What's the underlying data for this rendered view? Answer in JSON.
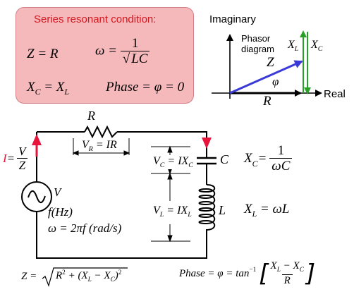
{
  "resonance_box": {
    "title": "Series resonant condition:",
    "eq_z": "Z = R",
    "eq_omega_lhs": "ω =",
    "eq_omega_num": "1",
    "eq_omega_den": "LC",
    "eq_xc": "X",
    "eq_xc_sub": "C",
    "eq_xl_mid": " = X",
    "eq_xl_sub": "L",
    "eq_phase": "Phase = φ = 0"
  },
  "phasor": {
    "axis_imag": "Imaginary",
    "axis_real": "Real",
    "title_line1": "Phasor",
    "title_line2": "diagram",
    "label_z": "Z",
    "label_phi": "φ",
    "label_r": "R",
    "label_xl": "X",
    "label_xl_sub": "L",
    "label_xc": "X",
    "label_xc_sub": "C"
  },
  "circuit": {
    "r_label": "R",
    "vr_label": "V",
    "vr_sub": "R",
    "vr_rhs": " = IR",
    "current_i": "I",
    "current_eq": " =",
    "current_num": "V",
    "current_den": "Z",
    "source_v": "V",
    "source_f": "f(Hz)",
    "source_omega": "ω = 2πf (rad/s)",
    "vc_lhs": "V",
    "vc_sub": "C",
    "vc_rhs": " = IX",
    "vc_rhs_sub": "C",
    "c_label": "C",
    "vl_lhs": "V",
    "vl_sub": "L",
    "vl_rhs": " = IX",
    "vl_rhs_sub": "L",
    "l_label": "L",
    "xc_lhs": "X",
    "xc_sub": "C",
    "xc_eq": " =",
    "xc_num": "1",
    "xc_den": "ωC",
    "xl_lhs": "X",
    "xl_sub": "L",
    "xl_rhs": " = ωL"
  },
  "bottom": {
    "z_lhs": "Z =",
    "z_rad": "R",
    "z_mid": " + (X",
    "z_xl_sub": "L",
    "z_minus": " − X",
    "z_xc_sub": "C",
    "z_close": ")",
    "z_sup": "2",
    "phase_lhs": "Phase = φ = tan",
    "phase_sup": "−1",
    "phase_num_a": "X",
    "phase_num_a_sub": "L",
    "phase_num_op": " − X",
    "phase_num_b_sub": "C",
    "phase_den": "R"
  },
  "colors": {
    "box_fill": "#f5b9bb",
    "title_red": "#d4161f",
    "phasor_z": "#3a3ad8",
    "phasor_x_green": "#28a028",
    "current_arrow": "#e8143c"
  }
}
